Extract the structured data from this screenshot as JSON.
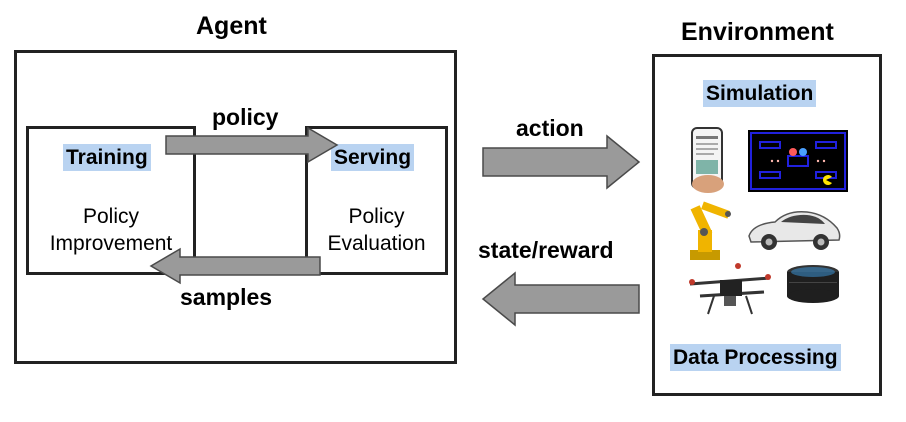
{
  "agent": {
    "title": "Agent",
    "training": {
      "label": "Training",
      "line1": "Policy",
      "line2": "Improvement"
    },
    "serving": {
      "label": "Serving",
      "line1": "Policy",
      "line2": "Evaluation"
    },
    "policy_label": "policy",
    "samples_label": "samples"
  },
  "links": {
    "action_label": "action",
    "state_reward_label": "state/reward"
  },
  "environment": {
    "title": "Environment",
    "simulation_label": "Simulation",
    "data_processing_label": "Data Processing",
    "images": [
      "phone-app-icon",
      "pacman-game-icon",
      "robot-arm-icon",
      "car-icon",
      "drone-icon",
      "smart-speaker-icon"
    ]
  },
  "colors": {
    "highlight": "#b9d3f1",
    "arrow_fill": "#9a9a9a",
    "border": "#222222"
  }
}
